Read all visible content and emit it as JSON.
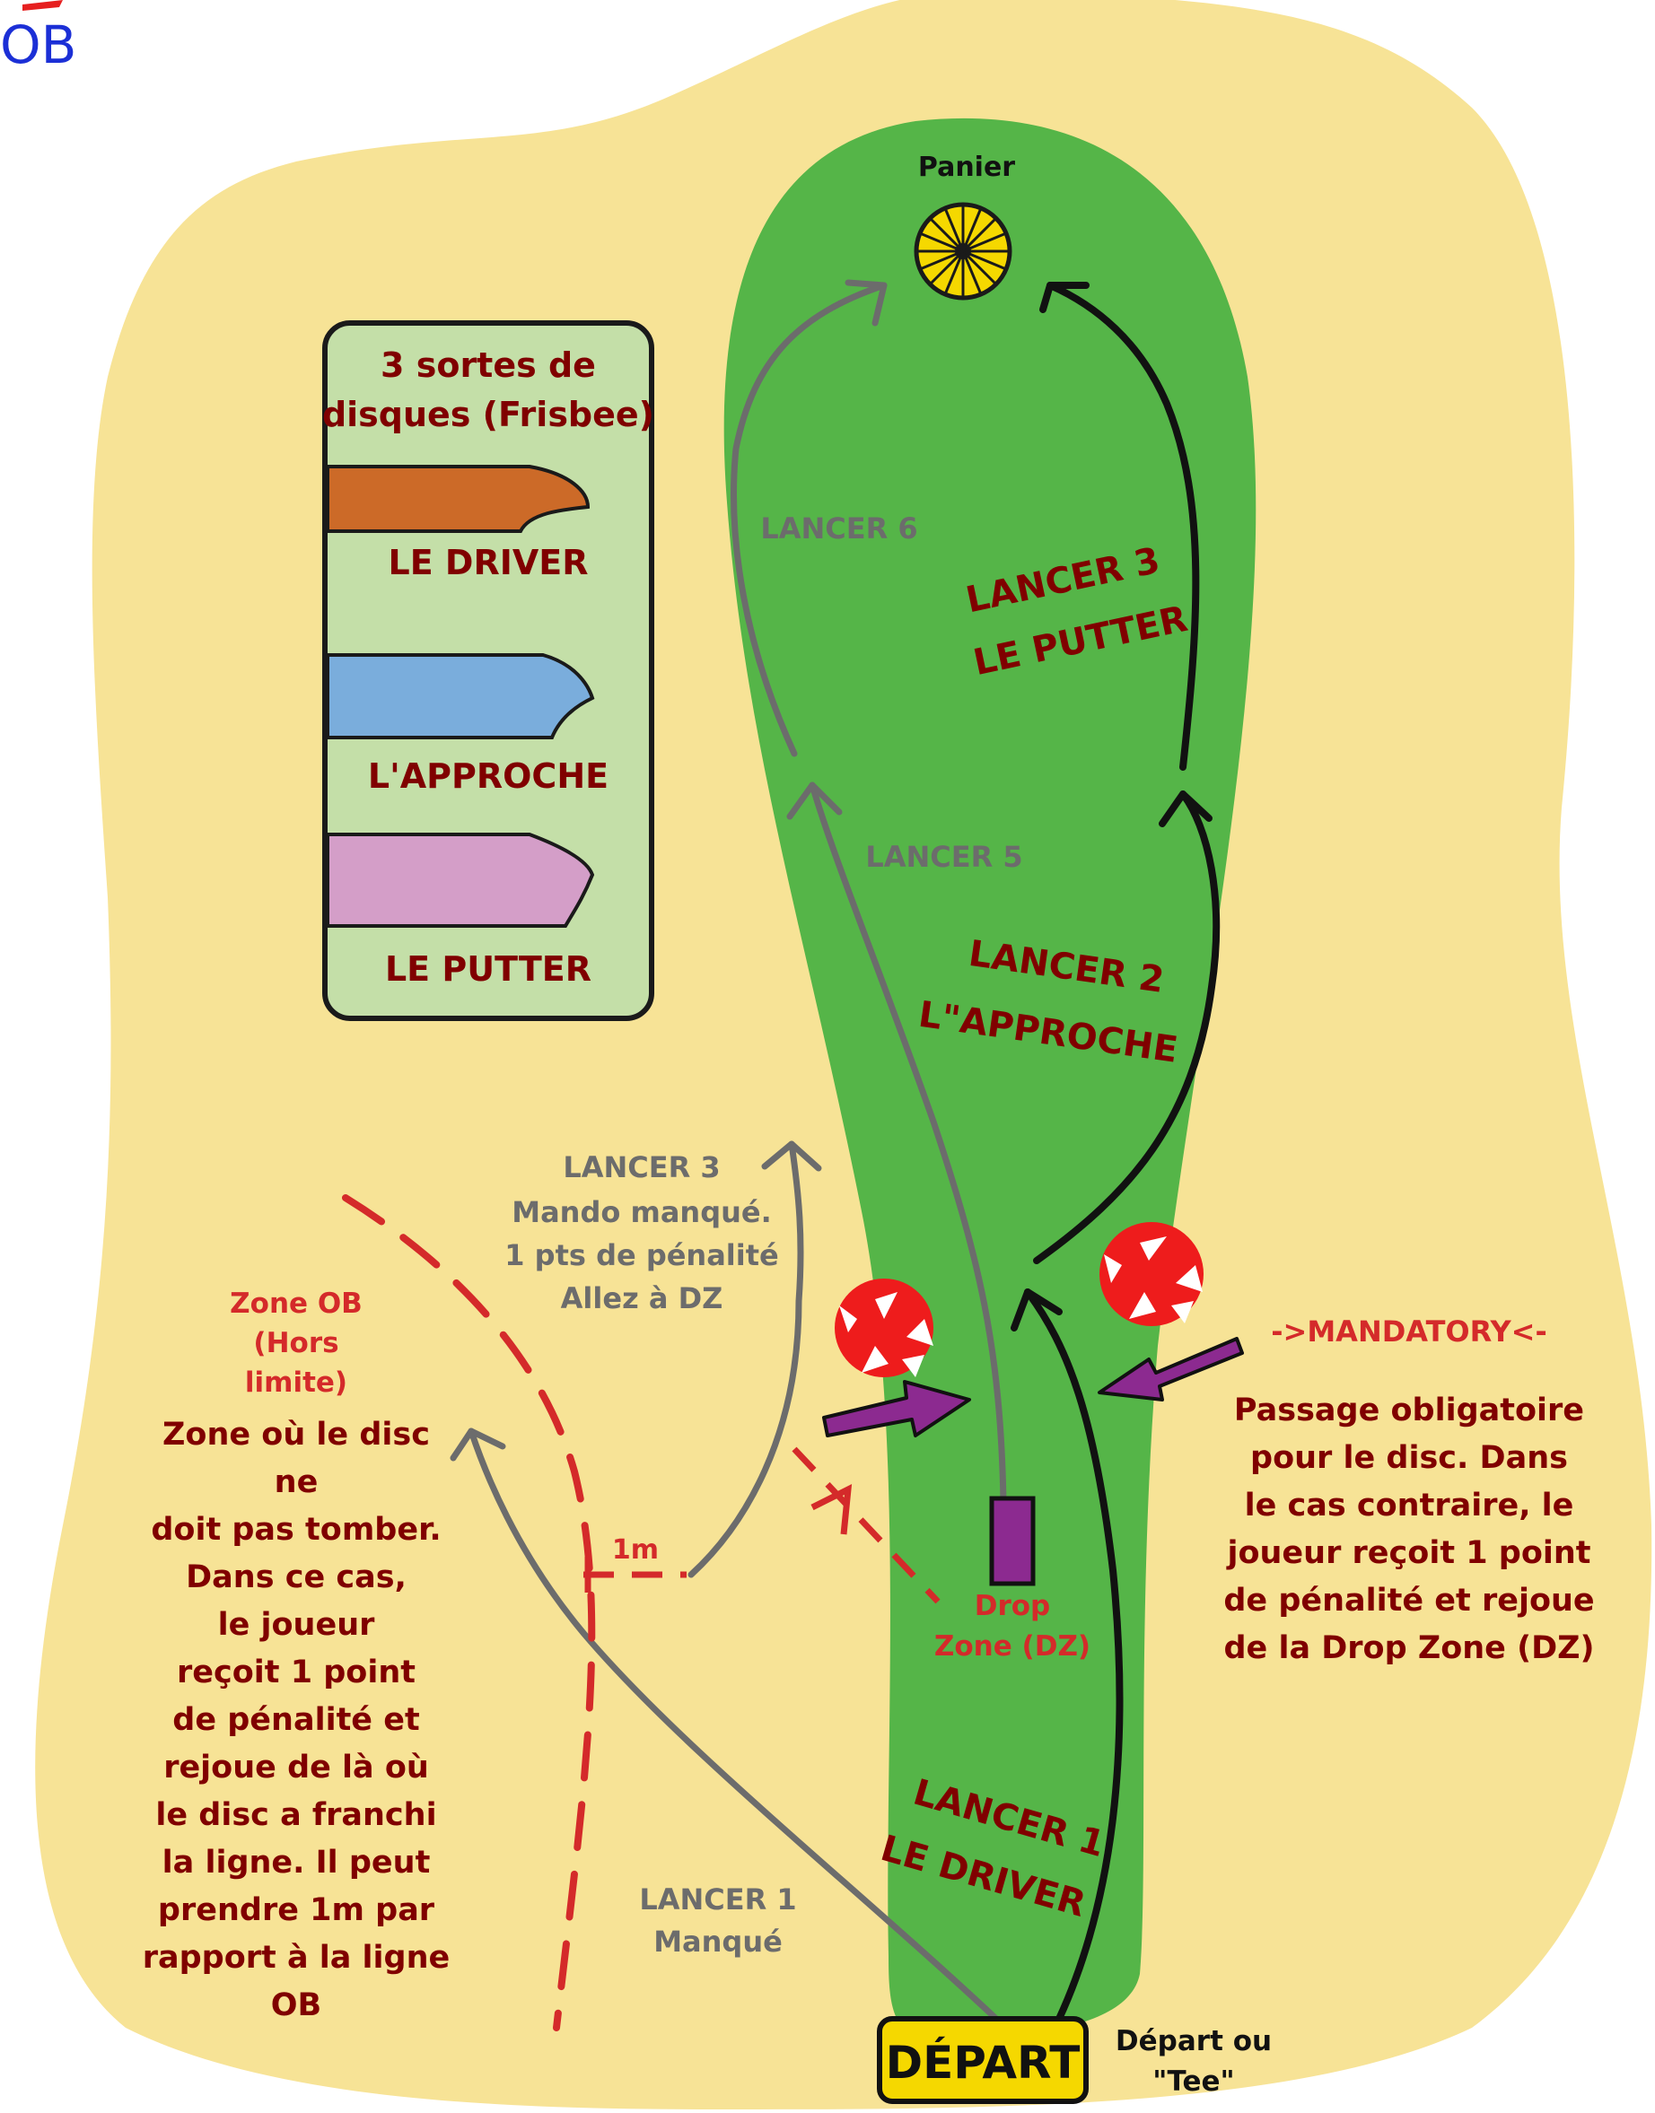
{
  "corner_label": "OB",
  "basket_label": "Panier",
  "legend": {
    "title_line1": "3 sortes de",
    "title_line2": "disques (Frisbee)",
    "discs": [
      {
        "label": "LE DRIVER",
        "color": "#cc6a28"
      },
      {
        "label": "L'APPROCHE",
        "color": "#7aaddc"
      },
      {
        "label": "LE PUTTER",
        "color": "#d49ec8"
      }
    ]
  },
  "throws": {
    "lancer6": "LANCER 6",
    "lancer5": "LANCER 5",
    "lancer3_putter_line1": "LANCER 3",
    "lancer3_putter_line2": "LE PUTTER",
    "lancer2_line1": "LANCER 2",
    "lancer2_line2": "L\"APPROCHE",
    "lancer1_line1": "LANCER 1",
    "lancer1_line2": "LE DRIVER",
    "lancer3_missed_line1": "LANCER 3",
    "lancer3_missed_line2": "Mando manqué.",
    "lancer3_missed_line3": "1 pts de pénalité",
    "lancer3_missed_line4": "Allez à DZ",
    "lancer1_missed_line1": "LANCER 1",
    "lancer1_missed_line2": "Manqué"
  },
  "ob_zone": {
    "title_line1": "Zone OB",
    "title_line2": "(Hors",
    "title_line3": "limite)",
    "desc": [
      "Zone où le disc",
      "ne",
      "doit pas tomber.",
      "Dans ce cas,",
      "le joueur",
      "reçoit 1 point",
      "de pénalité et",
      "rejoue de là où",
      "le disc a franchi",
      "la ligne. Il peut",
      "prendre 1m par",
      "rapport à la ligne",
      "OB"
    ],
    "distance_label": "1m"
  },
  "mandatory": {
    "label": "->MANDATORY<-",
    "desc": [
      "Passage obligatoire",
      "pour le disc. Dans",
      "le cas contraire, le",
      "joueur reçoit 1 point",
      "de pénalité et rejoue",
      "de la Drop Zone (DZ)"
    ]
  },
  "drop_zone": {
    "line1": "Drop",
    "line2": "Zone (DZ)"
  },
  "tee": {
    "label": "DÉPART",
    "note_line1": "Départ ou",
    "note_line2": "\"Tee\""
  },
  "colors": {
    "rough": "#f7e396",
    "fairway": "#55b548",
    "legend_bg": "#c4dfa8",
    "basket": "#f5d800",
    "tree": "#ee1c1c",
    "arrow_purple": "#8c2a90",
    "ob_line": "#d42a2a",
    "corner_label": "#1b2fd6"
  }
}
